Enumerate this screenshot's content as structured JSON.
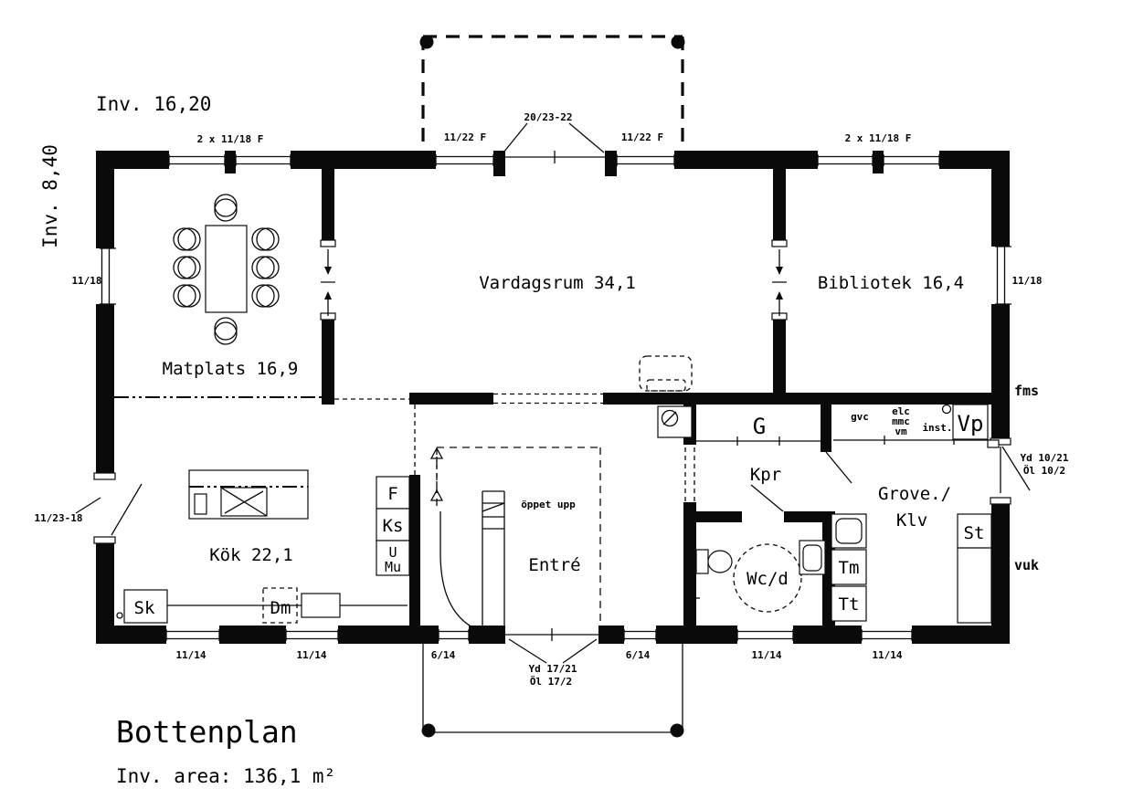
{
  "drawing": {
    "header_note": "Inv. 16,20",
    "side_note": "Inv. 8,40",
    "footer": {
      "title": "Bottenplan",
      "area": "Inv. area: 136,1 m²"
    }
  },
  "rooms": {
    "matplats": "Matplats 16,9",
    "vardagsrum": "Vardagsrum 34,1",
    "bibliotek": "Bibliotek 16,4",
    "kok": "Kök 22,1",
    "entre": "Entré",
    "oppet_upp": "öppet upp",
    "wcd": "Wc/d",
    "kpr": "Kpr",
    "garderob": "G",
    "grove_line1": "Grove./",
    "grove_line2": "Klv"
  },
  "fixtures": {
    "f": "F",
    "ks": "Ks",
    "u": "U",
    "mu": "Mu",
    "sk": "Sk",
    "dm": "Dm",
    "tm": "Tm",
    "tt": "Tt",
    "st": "St",
    "vp": "Vp",
    "gvc": "gvc",
    "elc": "elc",
    "mmc": "mmc",
    "vm": "vm",
    "inst": "inst."
  },
  "exterior_labels": {
    "fms": "fms",
    "vuk": "vuk"
  },
  "dimensions": {
    "top": {
      "left_double_window": "2 x 11/18 F",
      "left_window": "11/22 F",
      "terrace_door": "20/23-22",
      "right_window": "11/22 F",
      "right_double_window": "2 x 11/18 F"
    },
    "left": {
      "window": "11/18",
      "door": "11/23-18"
    },
    "right": {
      "window": "11/18",
      "door_line1": "Yd 10/21",
      "door_line2": "Öl 10/2"
    },
    "bottom": {
      "window1": "11/14",
      "window2": "11/14",
      "window3": "6/14",
      "entry_door_line1": "Yd 17/21",
      "entry_door_line2": "Öl 17/2",
      "window4": "6/14",
      "window5": "11/14",
      "window6": "11/14"
    }
  }
}
